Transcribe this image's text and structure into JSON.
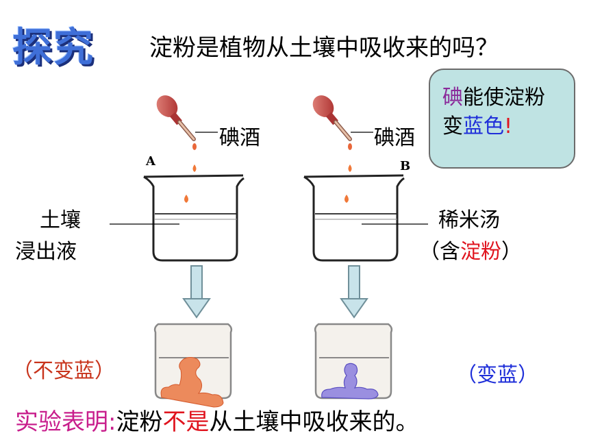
{
  "title": {
    "badge": "探究",
    "question": "淀粉是植物从土壤中吸收来的吗？"
  },
  "note": {
    "part1": "碘",
    "part2": "能使淀粉",
    "part3": "变",
    "part4": "蓝色",
    "part5": "!"
  },
  "left": {
    "letter": "A",
    "dropper_label": "碘酒",
    "liquid_line1": "土壤",
    "liquid_line2": "浸出液",
    "result": "（不变蓝）"
  },
  "right": {
    "letter": "B",
    "dropper_label": "碘酒",
    "liquid_line1": "稀米汤",
    "liquid_line2_open": "（含",
    "liquid_line2_highlight": "淀粉",
    "liquid_line2_close": "）",
    "result": "（变蓝）"
  },
  "conclusion": {
    "head": "实验表明",
    "colon": ":",
    "text1": "淀粉",
    "highlight": "不是",
    "text2": "从土壤中吸收来的。"
  }
}
